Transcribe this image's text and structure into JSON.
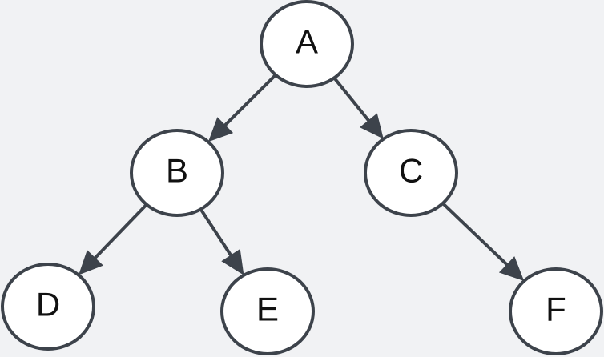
{
  "diagram": {
    "type": "tree",
    "nodes": [
      {
        "id": "A",
        "label": "A"
      },
      {
        "id": "B",
        "label": "B"
      },
      {
        "id": "C",
        "label": "C"
      },
      {
        "id": "D",
        "label": "D"
      },
      {
        "id": "E",
        "label": "E"
      },
      {
        "id": "F",
        "label": "F"
      }
    ],
    "edges": [
      {
        "from": "A",
        "to": "B"
      },
      {
        "from": "A",
        "to": "C"
      },
      {
        "from": "B",
        "to": "D"
      },
      {
        "from": "B",
        "to": "E"
      },
      {
        "from": "C",
        "to": "F"
      }
    ],
    "colors": {
      "background": "#f1f2f4",
      "node_fill": "#ffffff",
      "stroke": "#3d434b",
      "text": "#111111"
    }
  }
}
